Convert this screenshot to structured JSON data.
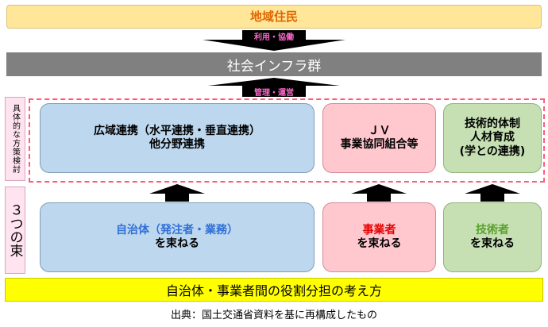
{
  "top": {
    "residents": "地域住民"
  },
  "flows": {
    "use_collab": "利用・協働",
    "manage_operate": "管理・運営"
  },
  "infra": {
    "label": "社会インフラ群"
  },
  "side": {
    "measures": "具体的な方策検討",
    "bundles": "３つの束"
  },
  "measures": {
    "wide_area": [
      "広域連携（水平連携・垂直連携）",
      "他分野連携"
    ],
    "jv": [
      "ＪＶ",
      "事業協同組合等"
    ],
    "tech": [
      "技術的体制",
      "人材育成",
      "(学との連携)"
    ]
  },
  "bundles": {
    "municipality": {
      "name": "自治体（発注者・業務）",
      "suffix": "を束ねる"
    },
    "business": {
      "name": "事業者",
      "suffix": "を束ねる"
    },
    "engineer": {
      "name": "技術者",
      "suffix": "を束ねる"
    }
  },
  "bottom": {
    "concept": "自治体・事業者間の役割分担の考え方"
  },
  "source": {
    "caption": "出典：国土交通省資料を基に再構成したもの"
  },
  "colors": {
    "residents_bg": "#ffe699",
    "residents_text": "#e06600",
    "infra_bg": "#808080",
    "blue_bg": "#bdd7ee",
    "red_bg": "#ffc7ce",
    "green_bg": "#c6e0b4",
    "yellow_bg": "#ffff00",
    "dash": "#ff5c7a",
    "municipality_text": "#2f6fd6",
    "business_text": "#e60000",
    "engineer_text": "#5aa02c"
  }
}
